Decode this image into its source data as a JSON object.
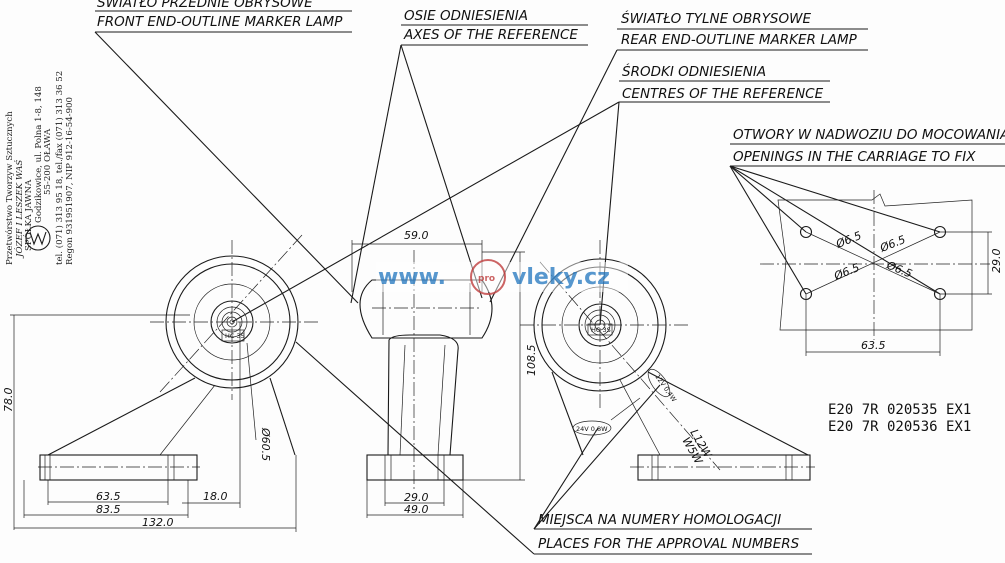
{
  "labels": {
    "front_lamp_pl": "ŚWIATŁO PRZEDNIE OBRYSOWE",
    "front_lamp_en": "FRONT END-OUTLINE MARKER LAMP",
    "axes_pl": "OSIE ODNIESIENIA",
    "axes_en": "AXES OF THE REFERENCE",
    "rear_lamp_pl": "ŚWIATŁO TYLNE OBRYSOWE",
    "rear_lamp_en": "REAR END-OUTLINE MARKER LAMP",
    "centres_pl": "ŚRODKI ODNIESIENIA",
    "centres_en": "CENTRES OF THE REFERENCE",
    "openings_pl": "OTWORY W NADWOZIU DO MOCOWANIA",
    "openings_en": "OPENINGS IN THE CARRIAGE TO FIX",
    "places_pl": "MIEJSCA NA NUMERY HOMOLOGACJI",
    "places_en": "PLACES FOR THE APPROVAL NUMBERS"
  },
  "dimensions": {
    "d78": "78.0",
    "d63_5": "63.5",
    "d18": "18.0",
    "d83_5": "83.5",
    "d132": "132.0",
    "d59": "59.0",
    "d108_5": "108.5",
    "d29_bottom": "29.0",
    "d49": "49.0",
    "phi60_5": "Ø60.5",
    "hole_phi": "Ø6.5",
    "d29_right": "29.0",
    "d63_5_right": "63.5"
  },
  "markings": {
    "circle_mark": "HC 3S",
    "v12": "12V 0,4W",
    "v24": "24V 0,8W",
    "l12w": "L12W",
    "w5w": "W5W"
  },
  "approval_codes": [
    "E20  7R 020535 EX1",
    "E20  7R 020536 EX1"
  ],
  "company": {
    "line1": "Przetwórstwo Tworzyw Sztucznych",
    "line2": "JÓZEF I LESZEK WAŚ",
    "line3": "SPÓŁKA JAWNA",
    "line4": "Godzikowice, ul. Polna 1-8, 148",
    "line5": "55-200 OŁAWA",
    "line6": "tel. (071) 313 95 18, tel./fax (071) 313 36 52",
    "line7": "Regon 931951907, NIP 912-16-54-900"
  },
  "watermark": {
    "left": "www.",
    "badge": "pro",
    "right": "vleky.cz"
  },
  "colors": {
    "ink": "#1a1a1a",
    "watermark_blue": "#3b86c6",
    "watermark_red": "#c44a4a"
  }
}
